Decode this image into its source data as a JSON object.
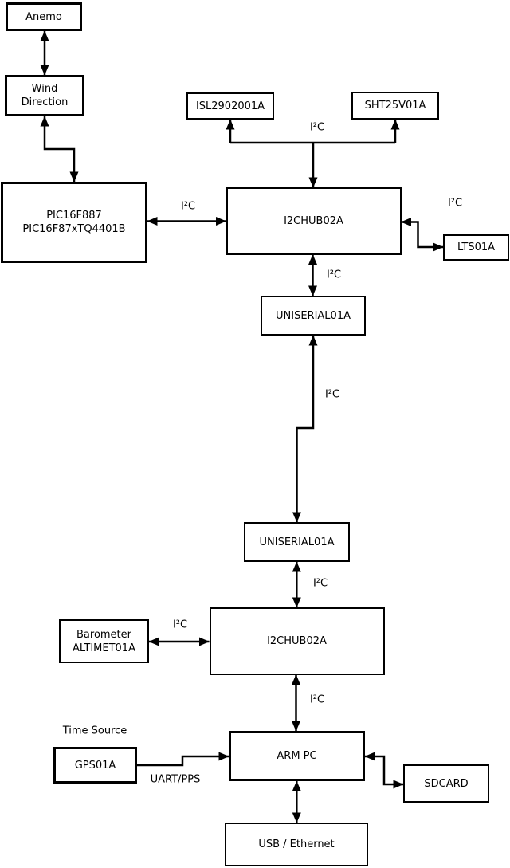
{
  "diagram_type": "block-diagram",
  "colors": {
    "line": "#000000",
    "background": "#ffffff",
    "box_fill": "#ffffff",
    "text": "#000000"
  },
  "nodes": {
    "anemo": {
      "label": "Anemo"
    },
    "wind_direction": {
      "lines": [
        "Wind",
        "Direction"
      ]
    },
    "pic": {
      "lines": [
        "PIC16F887",
        "PIC16F87xTQ4401B"
      ]
    },
    "isl": {
      "label": "ISL2902001A"
    },
    "sht": {
      "label": "SHT25V01A"
    },
    "i2chub_1": {
      "label": "I2CHUB02A"
    },
    "lts": {
      "label": "LTS01A"
    },
    "uniserial_1": {
      "label": "UNISERIAL01A"
    },
    "uniserial_2": {
      "label": "UNISERIAL01A"
    },
    "barometer": {
      "lines": [
        "Barometer",
        "ALTIMET01A"
      ]
    },
    "i2chub_2": {
      "label": "I2CHUB02A"
    },
    "arm_pc": {
      "label": "ARM PC"
    },
    "gps": {
      "label": "GPS01A"
    },
    "sdcard": {
      "label": "SDCARD"
    },
    "usb_ethernet": {
      "label": "USB / Ethernet"
    }
  },
  "annotations": {
    "time_source": "Time Source"
  },
  "connections": [
    {
      "from": "anemo",
      "to": "wind_direction",
      "label": "",
      "arrows": "both"
    },
    {
      "from": "wind_direction",
      "to": "pic",
      "label": "",
      "arrows": "both"
    },
    {
      "from": "pic",
      "to": "i2chub_1",
      "label": "I²C",
      "arrows": "both"
    },
    {
      "from": "i2chub_1",
      "to": "isl + sht",
      "label": "I²C",
      "arrows": "branch"
    },
    {
      "from": "i2chub_1",
      "to": "lts",
      "label": "I²C",
      "arrows": "both"
    },
    {
      "from": "i2chub_1",
      "to": "uniserial_1",
      "label": "I²C",
      "arrows": "both"
    },
    {
      "from": "uniserial_1",
      "to": "uniserial_2",
      "label": "I²C",
      "arrows": "both"
    },
    {
      "from": "uniserial_2",
      "to": "i2chub_2",
      "label": "I²C",
      "arrows": "both"
    },
    {
      "from": "barometer",
      "to": "i2chub_2",
      "label": "I²C",
      "arrows": "both"
    },
    {
      "from": "i2chub_2",
      "to": "arm_pc",
      "label": "I²C",
      "arrows": "both"
    },
    {
      "from": "gps",
      "to": "arm_pc",
      "label": "UART/PPS",
      "arrows": "end"
    },
    {
      "from": "arm_pc",
      "to": "sdcard",
      "label": "",
      "arrows": "both"
    },
    {
      "from": "arm_pc",
      "to": "usb_ethernet",
      "label": "",
      "arrows": "both"
    }
  ]
}
